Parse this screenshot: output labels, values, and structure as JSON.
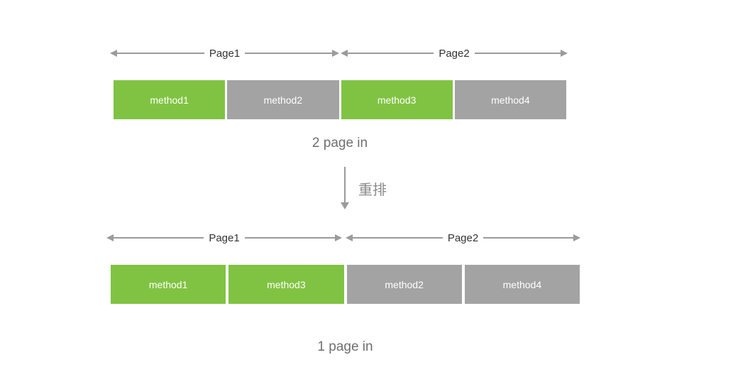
{
  "colors": {
    "block_green": "#80c342",
    "block_gray": "#a3a3a3",
    "arrow_gray": "#9b9b9b",
    "page_label_text": "#333333",
    "caption_text": "#6f6f6f",
    "block_text": "#ffffff"
  },
  "top": {
    "pages": [
      {
        "label": "Page1"
      },
      {
        "label": "Page2"
      }
    ],
    "blocks": [
      {
        "label": "method1",
        "color": "green"
      },
      {
        "label": "method2",
        "color": "gray"
      },
      {
        "label": "method3",
        "color": "green"
      },
      {
        "label": "method4",
        "color": "gray"
      }
    ],
    "caption": "2 page in"
  },
  "transform": {
    "label": "重排"
  },
  "bottom": {
    "pages": [
      {
        "label": "Page1"
      },
      {
        "label": "Page2"
      }
    ],
    "blocks": [
      {
        "label": "method1",
        "color": "green"
      },
      {
        "label": "method3",
        "color": "green"
      },
      {
        "label": "method2",
        "color": "gray"
      },
      {
        "label": "method4",
        "color": "gray"
      }
    ],
    "caption": "1 page in"
  }
}
